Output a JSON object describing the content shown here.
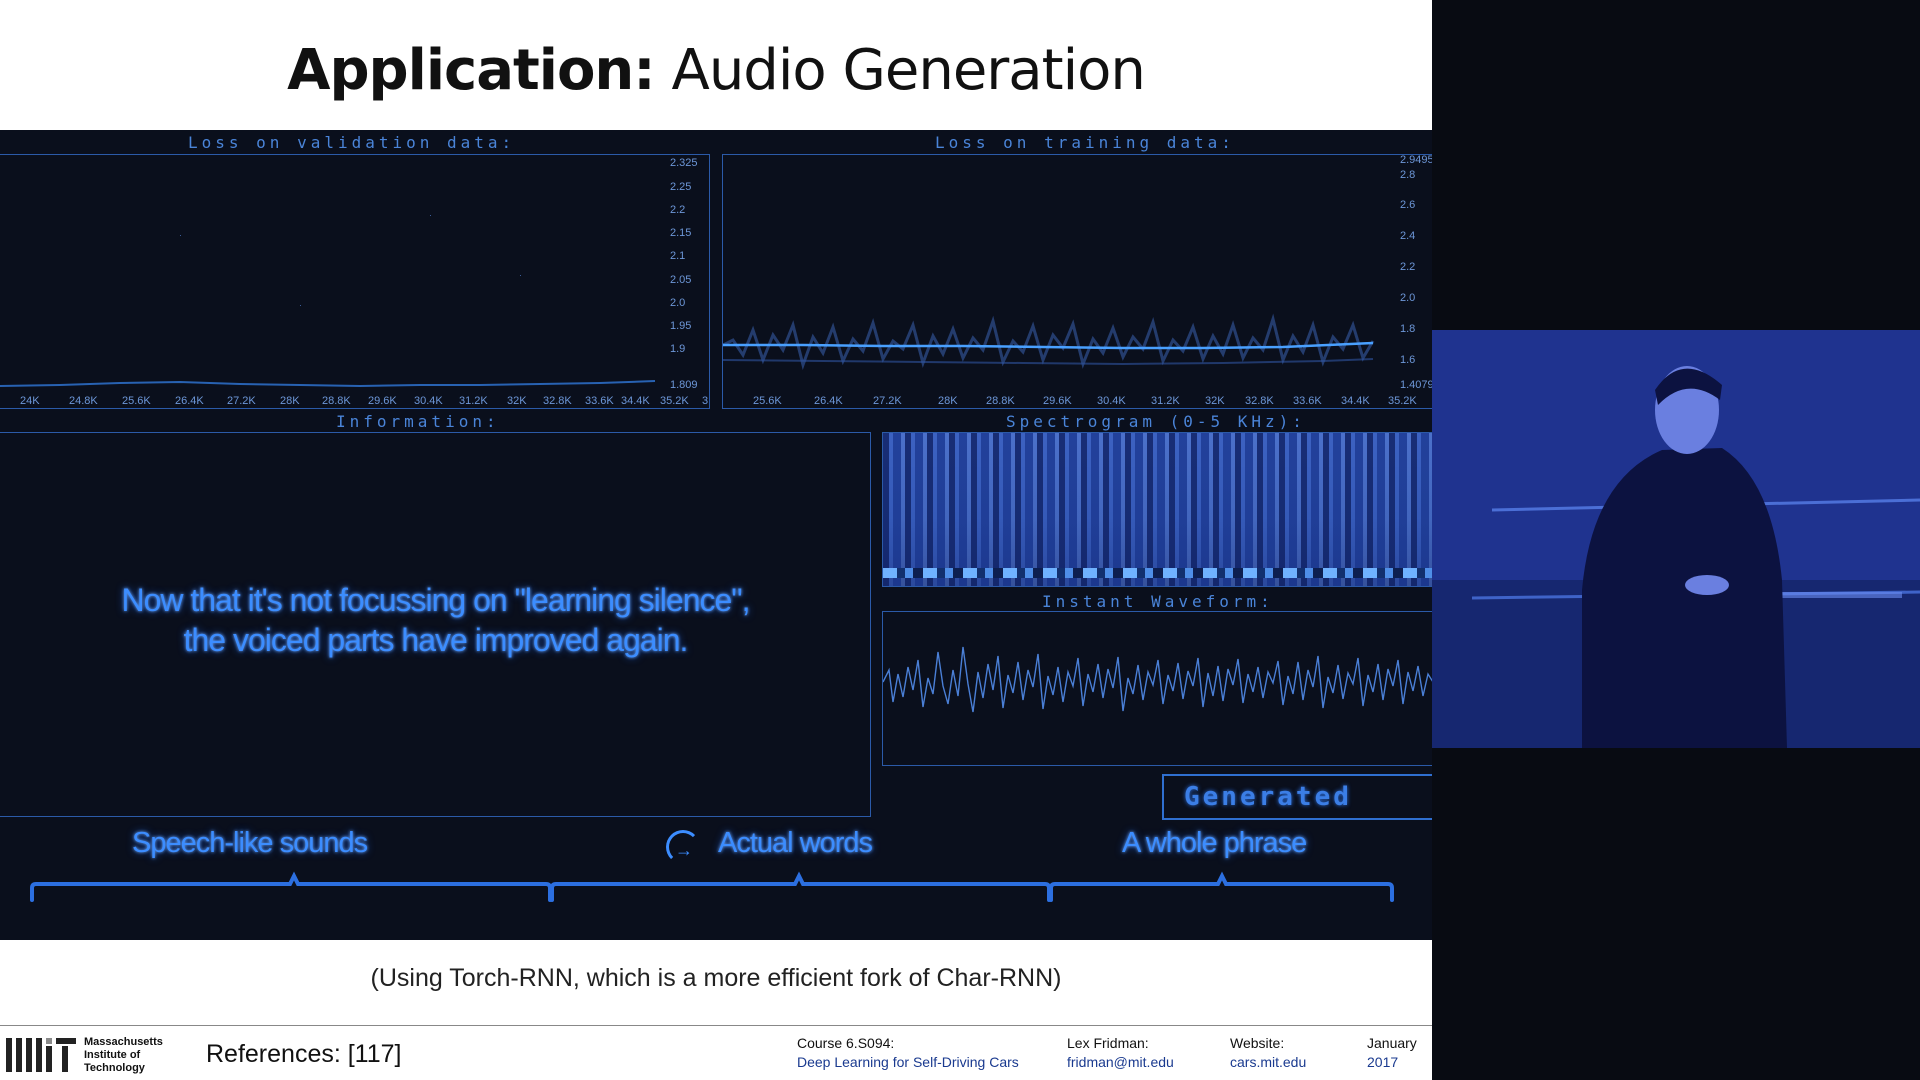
{
  "slide": {
    "title_bold": "Application:",
    "title_rest": " Audio Generation",
    "caption_bottom": "(Using Torch-RNN, which is a more efficient fork of Char-RNN)"
  },
  "video": {
    "validation_panel": {
      "label": "Loss on validation data:",
      "y_ticks": [
        "2.325",
        "2.25",
        "2.2",
        "2.15",
        "2.1",
        "2.05",
        "2.0",
        "1.95",
        "1.9",
        "1.809"
      ],
      "x_ticks": [
        "24K",
        "24.8K",
        "25.6K",
        "26.4K",
        "27.2K",
        "28K",
        "28.8K",
        "29.6K",
        "30.4K",
        "31.2K",
        "32K",
        "32.8K",
        "33.6K",
        "34.4K",
        "35.2K",
        "3"
      ]
    },
    "training_panel": {
      "label": "Loss on training data:",
      "y_ticks": [
        "2.9495",
        "2.8",
        "2.6",
        "2.4",
        "2.2",
        "2.0",
        "1.8",
        "1.6",
        "1.4079"
      ],
      "x_ticks": [
        "25.6K",
        "26.4K",
        "27.2K",
        "28K",
        "28.8K",
        "29.6K",
        "30.4K",
        "31.2K",
        "32K",
        "32.8K",
        "33.6K",
        "34.4K",
        "35.2K"
      ]
    },
    "info_label": "Information:",
    "spectrogram_label": "Spectrogram (0-5 KHz):",
    "waveform_label": "Instant Waveform:",
    "generated_label": "Generated",
    "info_caption_line1": "Now that it's not focussing on \"learning silence\",",
    "info_caption_line2": "the voiced parts have improved again.",
    "timeline": {
      "segment1": "Speech-like sounds",
      "segment2": "Actual words",
      "segment3": "A whole phrase"
    }
  },
  "footer": {
    "mit_name_line1": "Massachusetts",
    "mit_name_line2": "Institute of",
    "mit_name_line3": "Technology",
    "references": "References: [117]",
    "course_line1": "Course 6.S094:",
    "course_line2": "Deep Learning for Self-Driving Cars",
    "author_line1": "Lex Fridman:",
    "author_line2": "fridman@mit.edu",
    "website_line1": "Website:",
    "website_line2": "cars.mit.edu",
    "date_line1": "January",
    "date_line2": "2017"
  },
  "colors": {
    "accent_blue": "#3c8dff",
    "panel_border": "#2b5aa8",
    "video_bg": "#0a0f1c"
  }
}
